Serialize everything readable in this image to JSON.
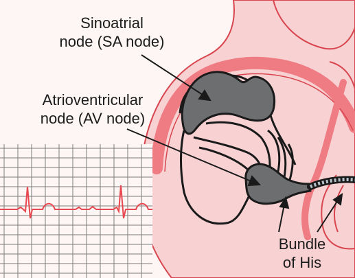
{
  "labels": {
    "sa_node": [
      "Sinoatrial",
      "node (SA node)"
    ],
    "av_node": [
      "Atrioventricular",
      "node (AV node)"
    ],
    "bundle_of_his": [
      "Bundle",
      "of His"
    ]
  },
  "colors": {
    "background": "#fdf6f4",
    "heart_wall": "#ef7b83",
    "heart_fill": "#f8d2d3",
    "heart_outline": "#d8454f",
    "node_fill": "#6d6e70",
    "ecg_grid": "#7a7a7a",
    "ecg_trace": "#e8474f",
    "text": "#1c1c1c"
  }
}
